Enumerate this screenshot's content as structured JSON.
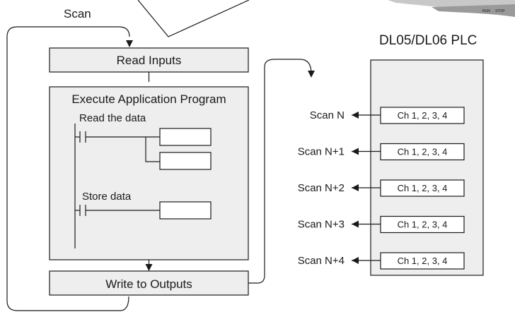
{
  "scan_label": "Scan",
  "read_inputs": "Read Inputs",
  "execute_program": "Execute Application Program",
  "read_data": "Read the data",
  "store_data": "Store data",
  "write_outputs": "Write to Outputs",
  "plc_title": "DL05/DL06 PLC",
  "rows": [
    {
      "scan": "Scan N",
      "channels": "Ch 1, 2, 3, 4"
    },
    {
      "scan": "Scan N+1",
      "channels": "Ch 1, 2, 3, 4"
    },
    {
      "scan": "Scan N+2",
      "channels": "Ch 1, 2, 3, 4"
    },
    {
      "scan": "Scan N+3",
      "channels": "Ch 1, 2, 3, 4"
    },
    {
      "scan": "Scan N+4",
      "channels": "Ch 1, 2, 3, 4"
    }
  ],
  "device_labels": {
    "run": "RUN",
    "stop": "STOP"
  }
}
